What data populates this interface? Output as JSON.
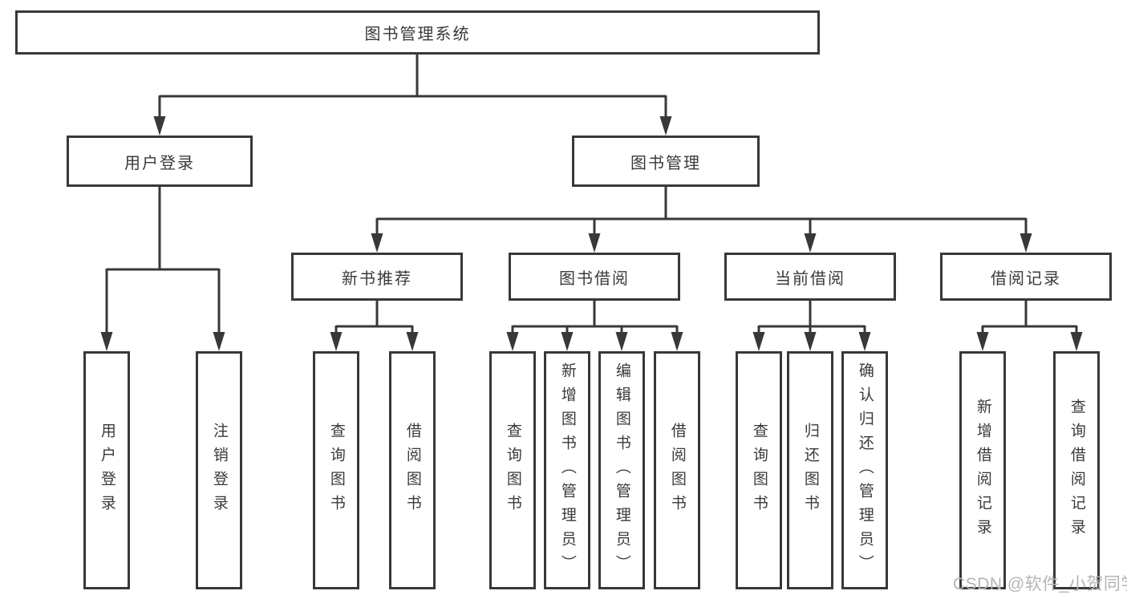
{
  "diagram_type": "tree",
  "colors": {
    "line": "#383838",
    "box_border": "#383838",
    "text": "#3a3a3a",
    "background": "#ffffff",
    "watermark": "#b4b4b4"
  },
  "watermark": {
    "text": "CSDN @软件_小贺同学"
  },
  "tree": {
    "label": "图书管理系统",
    "children": [
      {
        "label": "用户登录",
        "children": [
          {
            "label": "用户登录"
          },
          {
            "label": "注销登录"
          }
        ]
      },
      {
        "label": "图书管理",
        "children": [
          {
            "label": "新书推荐",
            "children": [
              {
                "label": "查询图书"
              },
              {
                "label": "借阅图书"
              }
            ]
          },
          {
            "label": "图书借阅",
            "children": [
              {
                "label": "查询图书"
              },
              {
                "label": "新增图书（管理员）"
              },
              {
                "label": "编辑图书（管理员）"
              },
              {
                "label": "借阅图书"
              }
            ]
          },
          {
            "label": "当前借阅",
            "children": [
              {
                "label": "查询图书"
              },
              {
                "label": "归还图书"
              },
              {
                "label": "确认归还（管理员）"
              }
            ]
          },
          {
            "label": "借阅记录",
            "children": [
              {
                "label": "新增借阅记录"
              },
              {
                "label": "查询借阅记录"
              }
            ]
          }
        ]
      }
    ]
  }
}
